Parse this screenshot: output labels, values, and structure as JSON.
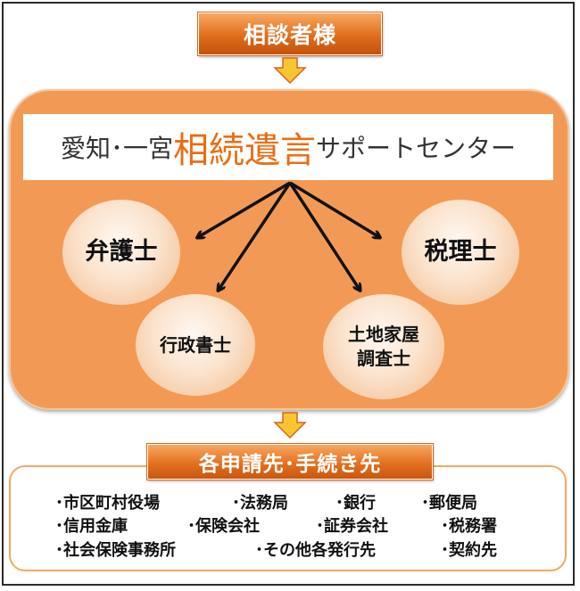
{
  "top_label": "相談者様",
  "center": {
    "prefix": "愛知･一宮",
    "highlight": "相続遺言",
    "suffix": "サポートセンター"
  },
  "experts": {
    "lawyer": "弁護士",
    "tax_accountant": "税理士",
    "admin_scrivener": "行政書士",
    "surveyor_line1": "土地家屋",
    "surveyor_line2": "調査士"
  },
  "bottom_label": "各申請先･手続き先",
  "destinations": {
    "row1": [
      "･市区町村役場",
      "･法務局",
      "･銀行",
      "･郵便局"
    ],
    "row2": [
      "･信用金庫",
      "･保険会社",
      "･証券会社",
      "･税務署"
    ],
    "row3": [
      "･社会保険事務所",
      "･その他各発行先",
      "･契約先"
    ]
  },
  "colors": {
    "accent": "#e06e1c",
    "hub_fill": "#f29a55",
    "highlight_text": "#ea6e15",
    "arrow_fill": "#f7c531"
  }
}
